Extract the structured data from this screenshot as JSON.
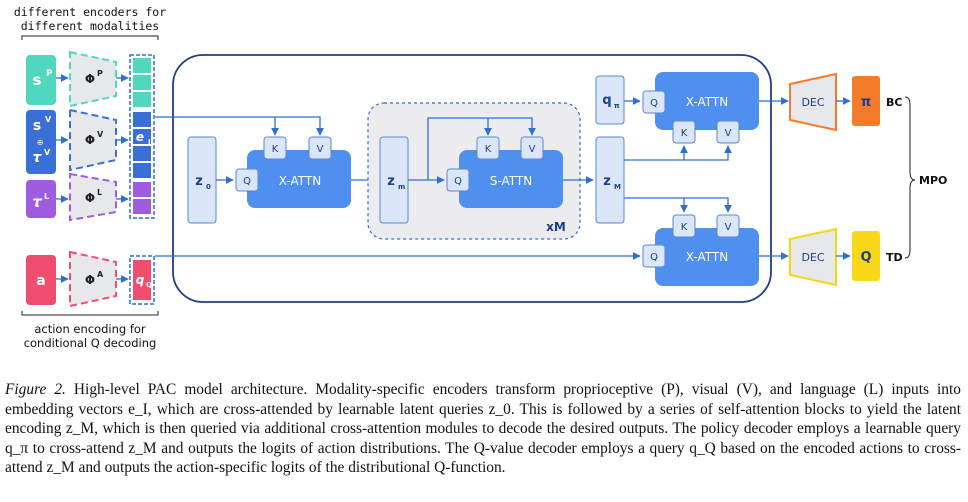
{
  "figure": {
    "encoders_note": [
      "different encoders for",
      "different modalities"
    ],
    "action_note": [
      "action encoding for",
      "conditional Q decoding"
    ],
    "inputs": {
      "proprio": "s",
      "proprio_sup": "P",
      "visual_s": "s",
      "visual_s_sup": "V",
      "visual_oplus": "⊕",
      "visual_tau": "τ",
      "visual_tau_sup": "V",
      "language": "τ",
      "language_sup": "L",
      "action": "a"
    },
    "encoders": {
      "proprio": "Φ",
      "proprio_sup": "P",
      "visual": "Φ",
      "visual_sup": "V",
      "language": "Φ",
      "language_sup": "L",
      "action": "Φ",
      "action_sup": "A"
    },
    "embedding": {
      "e_main": "e",
      "e_sub": "I",
      "q_main": "q",
      "q_sub": "Q"
    },
    "blocks": {
      "z0": "z",
      "z0_sub": "0",
      "zm": "z",
      "zm_sub": "m",
      "zM": "z",
      "zM_sub": "M",
      "q_pi": "q",
      "q_pi_sub": "π",
      "q": "Q",
      "k": "K",
      "v": "V",
      "x_attn": "X-ATTN",
      "s_attn": "S-ATTN",
      "repeat": "xM",
      "dec": "DEC"
    },
    "outputs": {
      "pi": "π",
      "bc": "BC",
      "q": "Q",
      "td": "TD",
      "mpo": "MPO"
    },
    "colors": {
      "proprio": "#4fd8bd",
      "visual": "#3a6fd8",
      "language": "#a05ce0",
      "action": "#f04e6e",
      "attn_block": "#4f8ff0",
      "latent": "#dbe6f8",
      "pi_out": "#f47b2a",
      "q_out": "#f8d818",
      "dec_pi_border": "#f47b2a",
      "dec_q_border": "#f2d90d",
      "arrow": "#2d6fd6"
    }
  },
  "caption": {
    "label": "Figure 2.",
    "lines": [
      "High-level PAC model architecture. Modality-specific encoders transform proprioceptive (P), visual (V), and language (L)",
      "inputs into embedding vectors e_I, which are cross-attended by learnable latent queries z_0. This is followed by a series of self-attention",
      "blocks to yield the latent encoding z_M, which is then queried via additional cross-attention modules to decode the desired outputs. The",
      "policy decoder employs a learnable query q_π to cross-attend z_M and outputs the logits of action distributions. The Q-value decoder",
      "employs a query q_Q based on the encoded actions to cross-attend z_M and outputs the action-specific logits of the distributional Q-function."
    ]
  }
}
